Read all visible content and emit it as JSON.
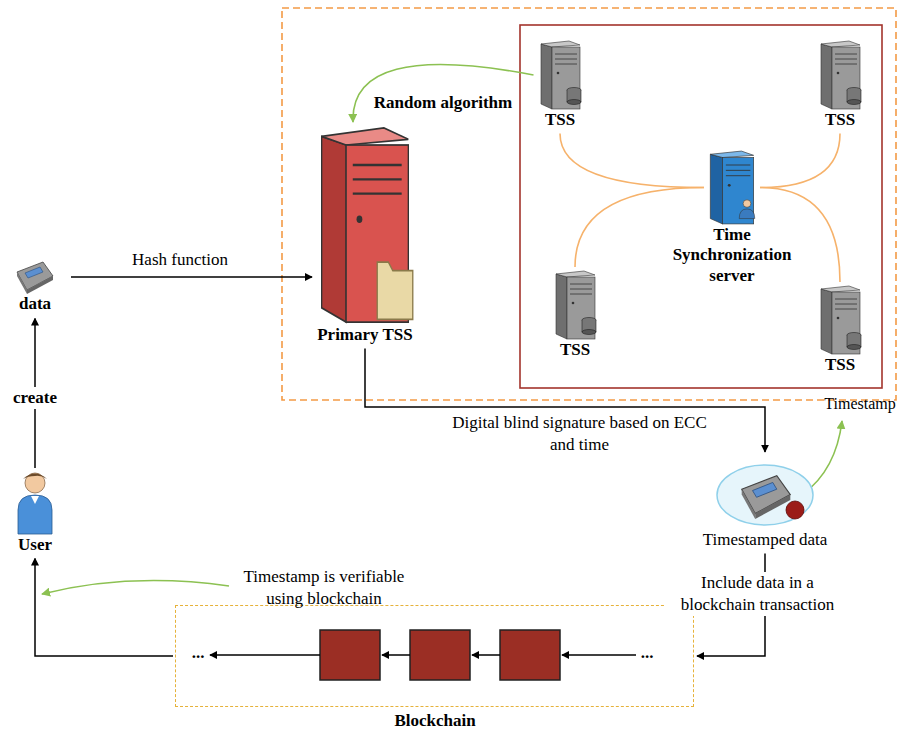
{
  "diagram": {
    "nodes": [
      {
        "text": [
          "User"
        ]
      },
      {
        "text": [
          "data"
        ]
      },
      {
        "text": [
          "Primary TSS"
        ]
      },
      {
        "text": [
          "TSS"
        ]
      },
      {
        "text": [
          "TSS"
        ]
      },
      {
        "text": [
          "Time Synchronization server"
        ]
      },
      {
        "text": [
          "TSS"
        ]
      },
      {
        "text": [
          "TSS"
        ]
      },
      {
        "text": [
          "Timestamped data"
        ]
      },
      {
        "text": [
          "Blockchain"
        ]
      }
    ],
    "edges": [
      {
        "from": 0,
        "to": 1,
        "label": "create",
        "arrow": "to"
      },
      {
        "from": 1,
        "to": 2,
        "label": "Hash function",
        "arrow": "to"
      },
      {
        "from": 3,
        "to": 2,
        "label": "Random algorithm",
        "arrow": "to"
      },
      {
        "from": 5,
        "to": 3,
        "arrow": "none"
      },
      {
        "from": 5,
        "to": 4,
        "arrow": "none"
      },
      {
        "from": 5,
        "to": 6,
        "arrow": "none"
      },
      {
        "from": 5,
        "to": 7,
        "arrow": "none"
      },
      {
        "from": 2,
        "to": 8,
        "label": "Digital blind signature based on ECC and time",
        "arrow": "to"
      },
      {
        "from": 8,
        "to": 9,
        "label": "Include data in a blockchain transaction",
        "arrow": "to"
      },
      {
        "from": 9,
        "to": 0,
        "arrow": "to"
      }
    ],
    "labels": [
      "Timestamp",
      "Timestamp is verifiable using blockchain",
      "...",
      "..."
    ]
  }
}
